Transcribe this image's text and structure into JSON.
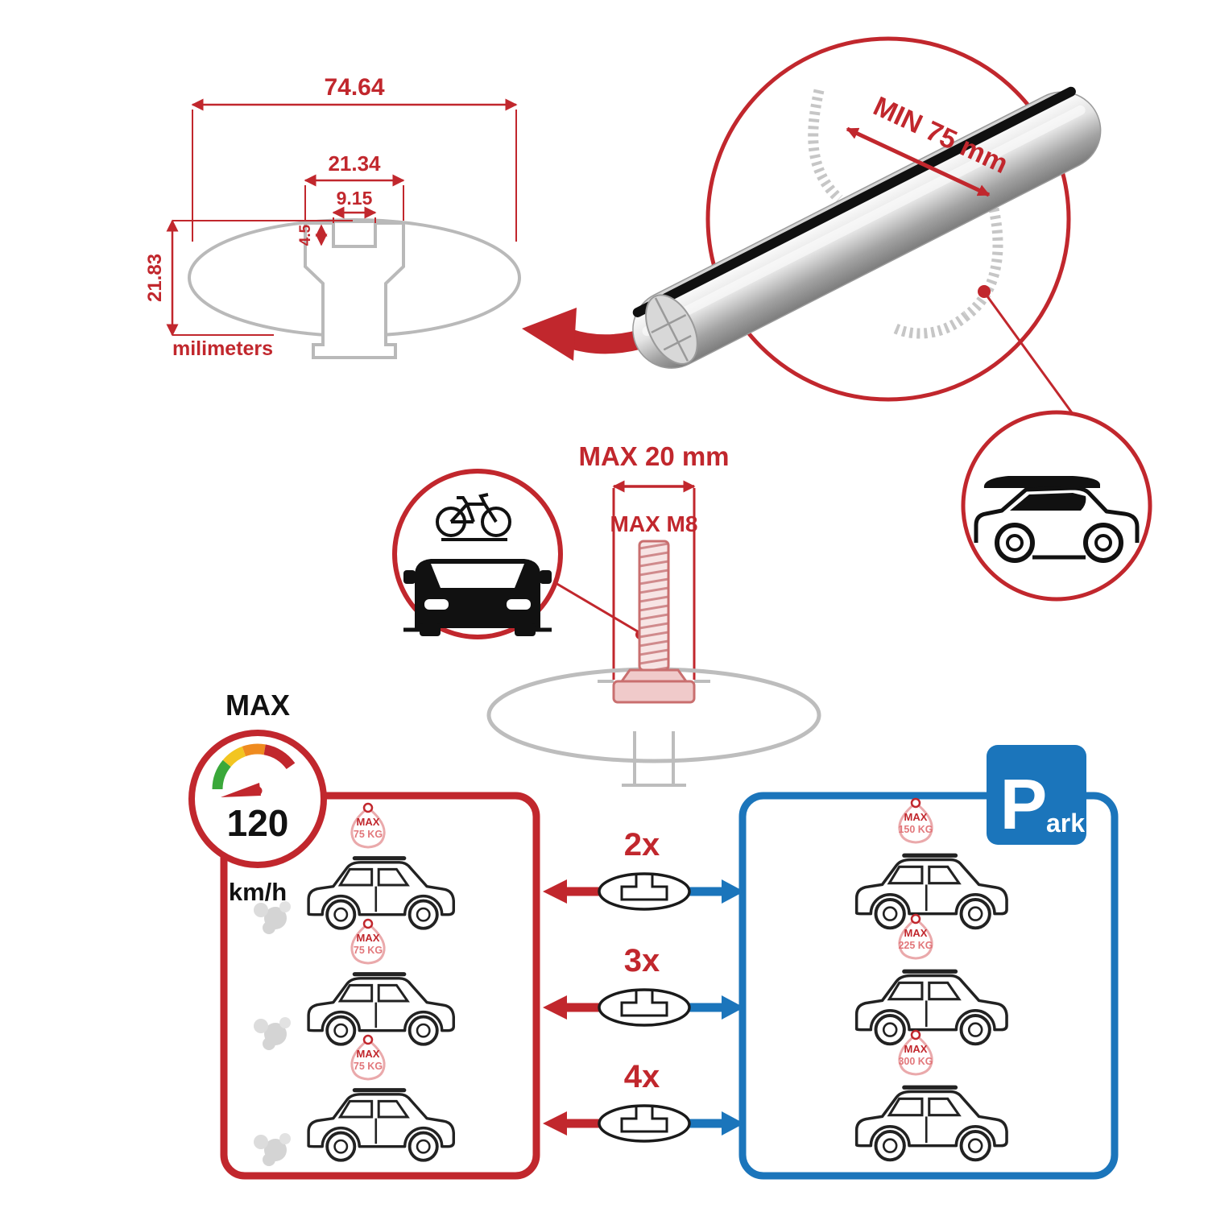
{
  "colors": {
    "red": "#c1272d",
    "blue": "#1b75bb",
    "light_gray": "#bdbdbd",
    "black": "#1a1a1a",
    "sign_pink": "#e2777b"
  },
  "cross_section": {
    "total_width": "74.64",
    "outer_slot_width": "21.34",
    "inner_slot_width": "9.15",
    "lip_depth": "4.5",
    "total_height": "21.83",
    "units_label": "milimeters"
  },
  "bar_detail": {
    "min_span_label": "MIN 75 mm"
  },
  "bolt_detail": {
    "max_width_label": "MAX 20 mm",
    "max_thread_label": "MAX M8"
  },
  "speedometer": {
    "title": "MAX",
    "value": "120",
    "units": "km/h"
  },
  "parking_sign": {
    "letter": "P",
    "suffix": "ark"
  },
  "load_comparison": {
    "driving": [
      {
        "sign_title": "MAX",
        "sign_value": "75 KG"
      },
      {
        "sign_title": "MAX",
        "sign_value": "75 KG"
      },
      {
        "sign_title": "MAX",
        "sign_value": "75 KG"
      }
    ],
    "bars": [
      {
        "count": "2x"
      },
      {
        "count": "3x"
      },
      {
        "count": "4x"
      }
    ],
    "parked": [
      {
        "sign_title": "MAX",
        "sign_value": "150 KG"
      },
      {
        "sign_title": "MAX",
        "sign_value": "225 KG"
      },
      {
        "sign_title": "MAX",
        "sign_value": "300 KG"
      }
    ]
  }
}
